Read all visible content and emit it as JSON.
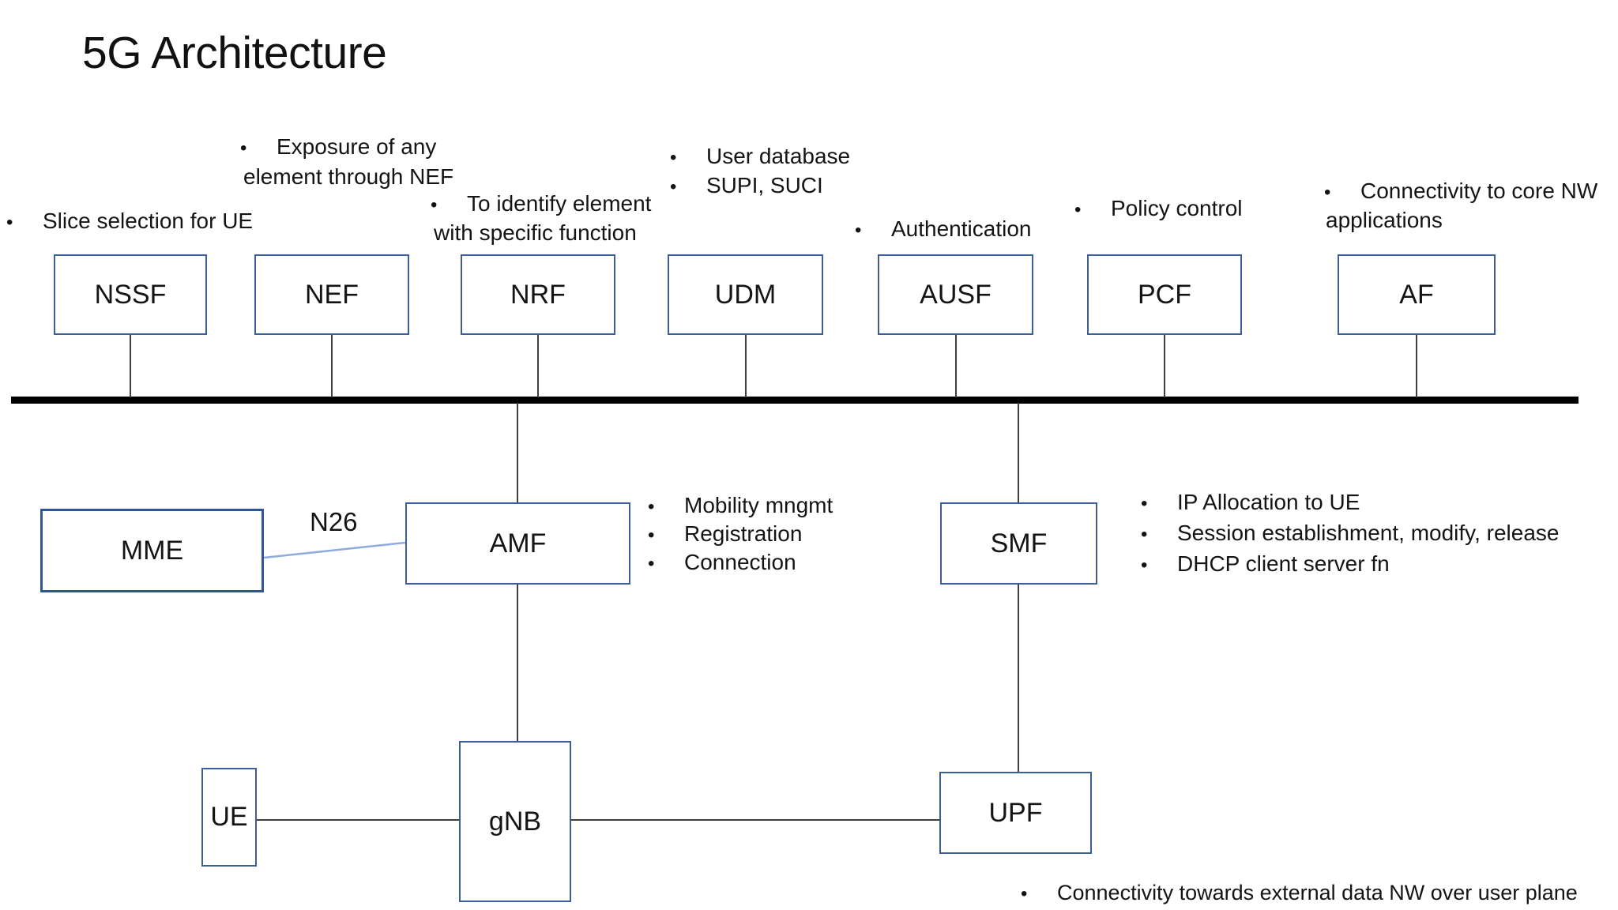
{
  "title": "5G Architecture",
  "colors": {
    "box_border": "#3c5f9c",
    "mme_border": "#2f5597",
    "bus_line": "#000000",
    "connector_line": "#3f3f3f",
    "n26_line": "#8faadc"
  },
  "nodes": {
    "nssf": {
      "label": "NSSF"
    },
    "nef": {
      "label": "NEF"
    },
    "nrf": {
      "label": "NRF"
    },
    "udm": {
      "label": "UDM"
    },
    "ausf": {
      "label": "AUSF"
    },
    "pcf": {
      "label": "PCF"
    },
    "af": {
      "label": "AF"
    },
    "mme": {
      "label": "MME"
    },
    "amf": {
      "label": "AMF"
    },
    "smf": {
      "label": "SMF"
    },
    "ue": {
      "label": "UE"
    },
    "gnb": {
      "label": "gNB"
    },
    "upf": {
      "label": "UPF"
    }
  },
  "edge_labels": {
    "n26": "N26"
  },
  "annotations": {
    "nssf": {
      "lines": [
        {
          "text": "Slice selection for UE",
          "bullet": true
        }
      ]
    },
    "nef": {
      "lines": [
        {
          "text": "Exposure of any",
          "bullet": true
        },
        {
          "text": "element through NEF",
          "bullet": false
        }
      ]
    },
    "nrf": {
      "lines": [
        {
          "text": "To identify element",
          "bullet": true
        },
        {
          "text": "with specific function",
          "bullet": false
        }
      ]
    },
    "udm": {
      "lines": [
        {
          "text": "User database",
          "bullet": true
        },
        {
          "text": "SUPI, SUCI",
          "bullet": true
        }
      ]
    },
    "ausf": {
      "lines": [
        {
          "text": "Authentication",
          "bullet": true
        }
      ]
    },
    "pcf": {
      "lines": [
        {
          "text": "Policy control",
          "bullet": true
        }
      ]
    },
    "af": {
      "lines": [
        {
          "text": "Connectivity to core NW",
          "bullet": true
        },
        {
          "text": "applications",
          "bullet": false
        }
      ]
    },
    "amf": {
      "lines": [
        {
          "text": "Mobility mngmt",
          "bullet": true
        },
        {
          "text": "Registration",
          "bullet": true
        },
        {
          "text": "Connection",
          "bullet": true
        }
      ]
    },
    "smf": {
      "lines": [
        {
          "text": "IP Allocation to UE",
          "bullet": true
        },
        {
          "text": "Session establishment, modify, release",
          "bullet": true
        },
        {
          "text": "DHCP client server fn",
          "bullet": true
        }
      ]
    },
    "upf": {
      "lines": [
        {
          "text": "Connectivity towards external data NW over user plane",
          "bullet": true
        }
      ]
    }
  }
}
